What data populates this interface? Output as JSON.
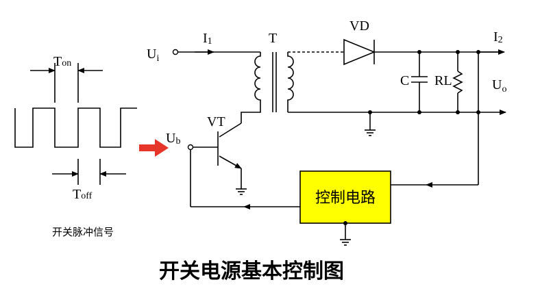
{
  "labels": {
    "ui": "U",
    "ui_sub": "i",
    "i1": "I",
    "i1_sub": "1",
    "t": "T",
    "vd": "VD",
    "i2": "I",
    "i2_sub": "2",
    "c": "C",
    "rl": "RL",
    "uo": "U",
    "uo_sub": "o",
    "vt": "VT",
    "ub": "U",
    "ub_sub": "b",
    "ton": "T",
    "ton_sub": "on",
    "toff": "T",
    "toff_sub": "off"
  },
  "control_box": {
    "label": "控制电路",
    "fill": "#ffff00"
  },
  "pulse_caption": "开关脉冲信号",
  "title": "开关电源基本控制图",
  "colors": {
    "arrow": "#e8352a",
    "wire": "#000000",
    "box": "#ffff00"
  }
}
